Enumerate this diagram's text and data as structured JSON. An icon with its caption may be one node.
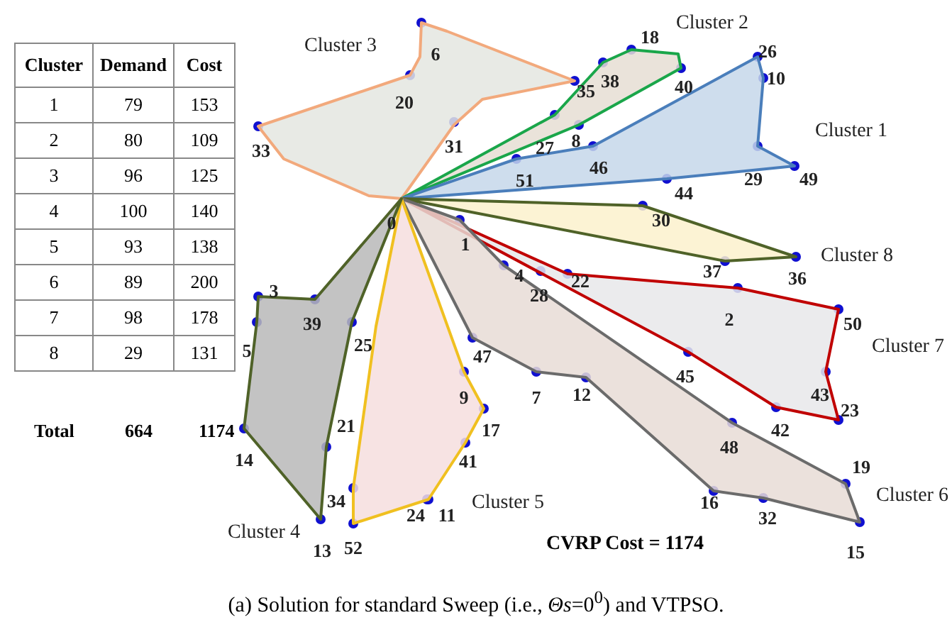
{
  "diagram": {
    "caption": "(a) Solution for standard Sweep (i.e., *Θs*=0$^{0}$) and VTPSO.",
    "nodes": [
      {
        "text": [
          "Cluster 3"
        ]
      },
      {
        "text": [
          "Cluster 2"
        ]
      },
      {
        "text": [
          "Cluster 1"
        ]
      },
      {
        "text": [
          "Cluster 8"
        ]
      },
      {
        "text": [
          "Cluster 7"
        ]
      },
      {
        "text": [
          "Cluster 6"
        ]
      },
      {
        "text": [
          "Cluster 5"
        ]
      },
      {
        "text": [
          "Cluster 4"
        ]
      }
    ],
    "labels": [
      "Cluster",
      "Demand",
      "Cost",
      "1",
      "79",
      "153",
      "2",
      "80",
      "109",
      "3",
      "96",
      "125",
      "4",
      "100",
      "140",
      "5",
      "93",
      "138",
      "6",
      "89",
      "200",
      "7",
      "98",
      "178",
      "8",
      "29",
      "131",
      "Total",
      "664",
      "1174",
      "6",
      "18",
      "26",
      "38",
      "35",
      "10",
      "40",
      "20",
      "27",
      "8",
      "33",
      "31",
      "46",
      "51",
      "44",
      "29",
      "49",
      "0",
      "30",
      "1",
      "4",
      "37",
      "36",
      "28",
      "22",
      "2",
      "50",
      "3",
      "39",
      "5",
      "25",
      "47",
      "45",
      "9",
      "7",
      "12",
      "43",
      "23",
      "21",
      "17",
      "42",
      "41",
      "48",
      "14",
      "19",
      "34",
      "24",
      "11",
      "16",
      "32",
      "13",
      "52",
      "15",
      "CVRP Cost = 1174"
    ]
  }
}
